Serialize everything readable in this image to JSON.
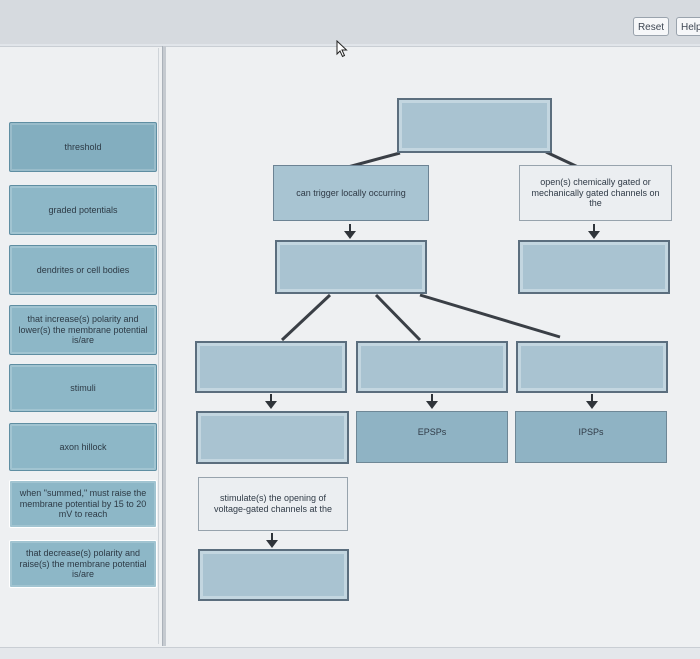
{
  "toolbar": {
    "reset_label": "Reset",
    "help_label": "Help"
  },
  "label_tiles": [
    "threshold",
    "graded potentials",
    "dendrites or cell bodies",
    "that increase(s) polarity and lower(s) the membrane potential is/are",
    "stimuli",
    "axon hillock",
    "when \"summed,\" must raise the membrane potential by 15 to 20 mV to reach",
    "that decrease(s) polarity and raise(s) the membrane potential is/are"
  ],
  "diagram": {
    "trigger_text": "can trigger locally occurring",
    "chemical_text": "open(s) chemically gated or mechanically gated channels on the",
    "epsps_label": "EPSPs",
    "ipsps_label": "IPSPs",
    "stimulate_text": "stimulate(s) the opening of voltage-gated channels at the"
  }
}
